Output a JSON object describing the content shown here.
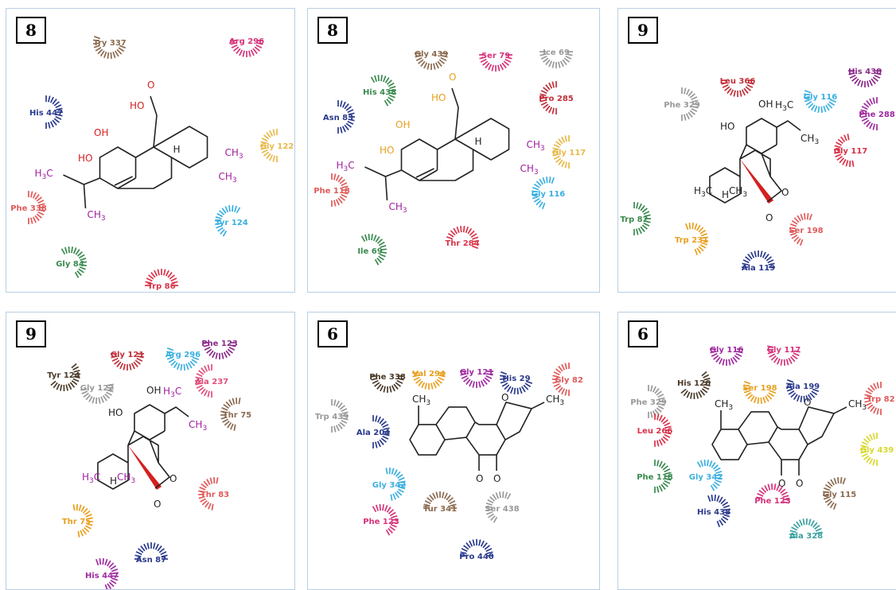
{
  "panels": [
    {
      "label": "8",
      "residues": [
        {
          "name": "Try 337",
          "color": "#8b6a4f"
        },
        {
          "name": "Arg 296",
          "color": "#d6337a"
        },
        {
          "name": "His 447",
          "color": "#2b3a8c"
        },
        {
          "name": "Gly 122",
          "color": "#e8b94a"
        },
        {
          "name": "Phe 338",
          "color": "#e05a5a"
        },
        {
          "name": "Tyr 124",
          "color": "#3bb0e0"
        },
        {
          "name": "Gly 84",
          "color": "#3a8a4f"
        },
        {
          "name": "Trp 86",
          "color": "#d9334a"
        }
      ],
      "atoms": [
        {
          "t": "HO",
          "c": "#d62020"
        },
        {
          "t": "O",
          "c": "#d62020"
        },
        {
          "t": "OH",
          "c": "#d62020"
        },
        {
          "t": "HO",
          "c": "#d62020"
        },
        {
          "t": "H",
          "c": "#222"
        },
        {
          "t": "CH3",
          "c": "#a020a0"
        },
        {
          "t": "CH3",
          "c": "#a020a0"
        },
        {
          "t": "H3C",
          "c": "#a020a0"
        },
        {
          "t": "CH3",
          "c": "#a020a0"
        }
      ]
    },
    {
      "label": "8",
      "residues": [
        {
          "name": "Gly 439",
          "color": "#8b6a4f"
        },
        {
          "name": "Ser 79",
          "color": "#d6337a"
        },
        {
          "name": "Ice 69",
          "color": "#999999"
        },
        {
          "name": "His 438",
          "color": "#3a8a4f"
        },
        {
          "name": "Pro 285",
          "color": "#c0303a"
        },
        {
          "name": "Asn 83",
          "color": "#2b3a8c"
        },
        {
          "name": "Gly 117",
          "color": "#e8b94a"
        },
        {
          "name": "Phe 118",
          "color": "#e05a5a"
        },
        {
          "name": "Gly 116",
          "color": "#3bb0e0"
        },
        {
          "name": "Ile 69",
          "color": "#3a8a4f"
        },
        {
          "name": "Thr 284",
          "color": "#d9334a"
        }
      ],
      "atoms": [
        {
          "t": "HO",
          "c": "#e8a020"
        },
        {
          "t": "O",
          "c": "#e8a020"
        },
        {
          "t": "OH",
          "c": "#e8a020"
        },
        {
          "t": "HO",
          "c": "#e8a020"
        },
        {
          "t": "H",
          "c": "#222"
        },
        {
          "t": "CH3",
          "c": "#a020a0"
        },
        {
          "t": "CH3",
          "c": "#a020a0"
        },
        {
          "t": "H3C",
          "c": "#a020a0"
        },
        {
          "t": "CH3",
          "c": "#a020a0"
        }
      ]
    },
    {
      "label": "9",
      "residues": [
        {
          "name": "Leu 366",
          "color": "#c0303a"
        },
        {
          "name": "His 438",
          "color": "#8a2a8a"
        },
        {
          "name": "Phe 329",
          "color": "#999999"
        },
        {
          "name": "Gly 116",
          "color": "#3bb0e0"
        },
        {
          "name": "Phe 288",
          "color": "#a02aa0"
        },
        {
          "name": "Gly 117",
          "color": "#d9334a"
        },
        {
          "name": "Trp 82",
          "color": "#3a8a4f"
        },
        {
          "name": "Trp 231",
          "color": "#e8a020"
        },
        {
          "name": "Ser 198",
          "color": "#e05a5a"
        },
        {
          "name": "Ala 119",
          "color": "#2b3a8c"
        }
      ],
      "atoms": [
        {
          "t": "OH",
          "c": "#222"
        },
        {
          "t": "HO",
          "c": "#222"
        },
        {
          "t": "H3C",
          "c": "#222"
        },
        {
          "t": "CH3",
          "c": "#222"
        },
        {
          "t": "H",
          "c": "#222"
        },
        {
          "t": "H3C",
          "c": "#222"
        },
        {
          "t": "CH3",
          "c": "#222"
        },
        {
          "t": "O",
          "c": "#222"
        },
        {
          "t": "O",
          "c": "#222"
        }
      ]
    },
    {
      "label": "9",
      "residues": [
        {
          "name": "Gly 121",
          "color": "#c0303a"
        },
        {
          "name": "Arg 296",
          "color": "#3bb0e0"
        },
        {
          "name": "Phe 123",
          "color": "#8a2a8a"
        },
        {
          "name": "Tyr 124",
          "color": "#4a3a2a"
        },
        {
          "name": "Gly 122",
          "color": "#999999"
        },
        {
          "name": "Ala 237",
          "color": "#e0507a"
        },
        {
          "name": "Thr 75",
          "color": "#8b6a4f"
        },
        {
          "name": "Thr 83",
          "color": "#e05a5a"
        },
        {
          "name": "Thr 75",
          "color": "#e8a020"
        },
        {
          "name": "Asn 87",
          "color": "#2b3a8c"
        },
        {
          "name": "His 447",
          "color": "#a02aa0"
        }
      ],
      "atoms": [
        {
          "t": "OH",
          "c": "#222"
        },
        {
          "t": "HO",
          "c": "#222"
        },
        {
          "t": "H3C",
          "c": "#a020a0"
        },
        {
          "t": "CH3",
          "c": "#a020a0"
        },
        {
          "t": "H",
          "c": "#222"
        },
        {
          "t": "H3C",
          "c": "#a020a0"
        },
        {
          "t": "CH3",
          "c": "#a020a0"
        },
        {
          "t": "O",
          "c": "#222"
        },
        {
          "t": "O",
          "c": "#222"
        }
      ]
    },
    {
      "label": "6",
      "residues": [
        {
          "name": "Phe 338",
          "color": "#4a3a2a"
        },
        {
          "name": "Val 294",
          "color": "#e8a020"
        },
        {
          "name": "Gly 121",
          "color": "#a02aa0"
        },
        {
          "name": "His 29",
          "color": "#2b3a8c"
        },
        {
          "name": "Gly 82",
          "color": "#e05a5a"
        },
        {
          "name": "Trp 439",
          "color": "#999999"
        },
        {
          "name": "Ala 204",
          "color": "#2b3a8c"
        },
        {
          "name": "Gly 342",
          "color": "#3bb0e0"
        },
        {
          "name": "Tur 341",
          "color": "#8b6a4f"
        },
        {
          "name": "Ser 438",
          "color": "#999999"
        },
        {
          "name": "Phe 123",
          "color": "#d6337a"
        },
        {
          "name": "Pro 440",
          "color": "#2b3a8c"
        }
      ],
      "atoms": [
        {
          "t": "CH3",
          "c": "#222"
        },
        {
          "t": "O",
          "c": "#222"
        },
        {
          "t": "CH3",
          "c": "#222"
        },
        {
          "t": "O",
          "c": "#222"
        },
        {
          "t": "O",
          "c": "#222"
        }
      ]
    },
    {
      "label": "6",
      "residues": [
        {
          "name": "Gly 116",
          "color": "#a02aa0"
        },
        {
          "name": "Gly 117",
          "color": "#d6337a"
        },
        {
          "name": "His 126",
          "color": "#4a3a2a"
        },
        {
          "name": "Ser 198",
          "color": "#e8a020"
        },
        {
          "name": "Ala 199",
          "color": "#2b3a8c"
        },
        {
          "name": "Trp 82",
          "color": "#e05a5a"
        },
        {
          "name": "Phe 329",
          "color": "#999999"
        },
        {
          "name": "Leu 266",
          "color": "#d9334a"
        },
        {
          "name": "Gly 439",
          "color": "#d8d830"
        },
        {
          "name": "Phe 118",
          "color": "#3a8a4f"
        },
        {
          "name": "Gly 342",
          "color": "#3bb0e0"
        },
        {
          "name": "Phe 123",
          "color": "#d6337a"
        },
        {
          "name": "Gly 115",
          "color": "#8b6a4f"
        },
        {
          "name": "His 438",
          "color": "#2b3a8c"
        },
        {
          "name": "Ala 328",
          "color": "#3aa0a0"
        }
      ],
      "atoms": [
        {
          "t": "CH3",
          "c": "#222"
        },
        {
          "t": "O",
          "c": "#222"
        },
        {
          "t": "CH3",
          "c": "#222"
        },
        {
          "t": "O",
          "c": "#222"
        },
        {
          "t": "O",
          "c": "#222"
        }
      ]
    }
  ]
}
